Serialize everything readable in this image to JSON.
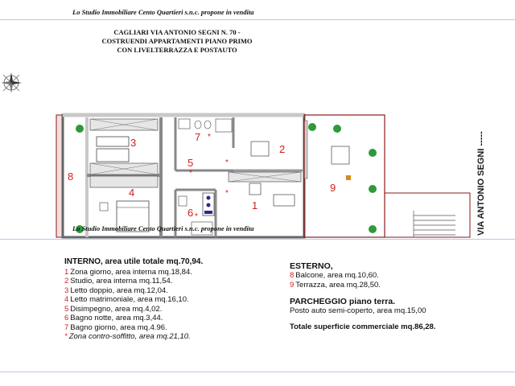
{
  "header": {
    "agency_line": "Lo Studio Immobiliare Cento Quartieri s.n.c. propone in vendita",
    "title_lines": [
      "CAGLIARI VIA ANTONIO SEGNI N. 70 -",
      "COSTRUENDI  APPARTAMENTI  PIANO PRIMO",
      "CON LIVELTERRAZZA E POSTAUTO"
    ]
  },
  "plan": {
    "room_numbers": [
      "1",
      "2",
      "3",
      "4",
      "5",
      "6",
      "7",
      "8",
      "9"
    ],
    "street_label": "VIA ANTONIO SEGNI -----"
  },
  "footer_line": "Lo Studio Immobiliare Cento Quartieri s.n.c. propone in vendita",
  "interno": {
    "title": "INTERNO, area utile totale mq.70,94.",
    "items": [
      {
        "num": "1",
        "text": "Zona giorno, area interna mq.18,84."
      },
      {
        "num": "2",
        "text": "Studio, area interna mq.11,54."
      },
      {
        "num": "3",
        "text": "Letto doppio, area mq.12,04."
      },
      {
        "num": "4",
        "text": "Letto matrimoniale, area mq.16,10."
      },
      {
        "num": "5",
        "text": "Disimpegno, area mq.4,02."
      },
      {
        "num": "6",
        "text": "Bagno notte, area mq.3,44."
      },
      {
        "num": "7",
        "text": "Bagno giorno, area mq.4.96."
      },
      {
        "num": "*",
        "text": "Zona contro-soffitto, area mq.21,10."
      }
    ]
  },
  "esterno": {
    "title": "ESTERNO,",
    "items": [
      {
        "num": "8",
        "text": "Balcone, area mq.10,60."
      },
      {
        "num": "9",
        "text": "Terrazza, area mq.28,50."
      }
    ]
  },
  "parcheggio": {
    "title": "PARCHEGGIO piano terra.",
    "text": "Posto auto semi-coperto,  area mq.15,00"
  },
  "totale": "Totale superficie  commerciale mq.86,28.",
  "colors": {
    "room_number": "#d21e1e",
    "wall": "#c8c8c8",
    "wall_stroke": "#777777",
    "outline": "#8a1a1a",
    "plant": "#2e9a3a",
    "rule": "#b9c7e8"
  }
}
